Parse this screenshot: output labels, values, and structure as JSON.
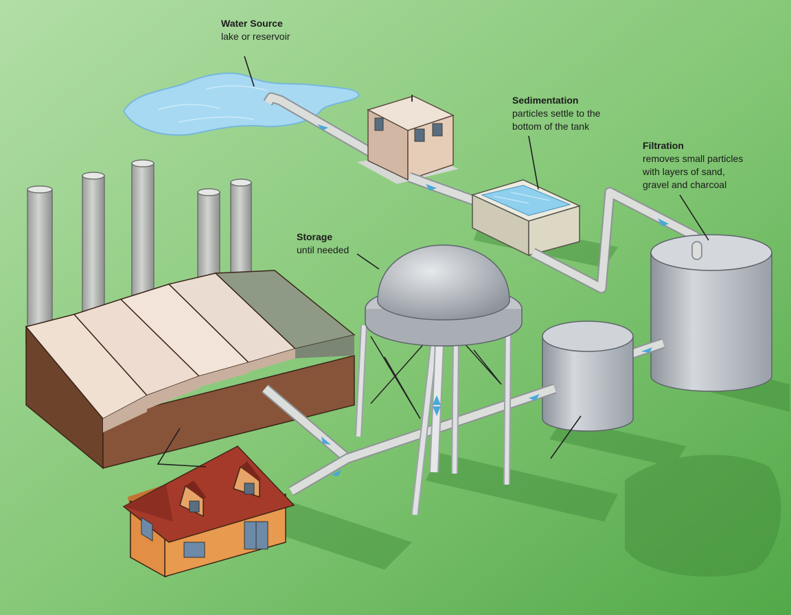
{
  "labels": {
    "water_source": {
      "title": "Water Source",
      "lines": [
        "lake or reservoir"
      ]
    },
    "sedimentation": {
      "title": "Sedimentation",
      "lines": [
        "particles settle to the",
        "bottom of the tank"
      ]
    },
    "filtration": {
      "title": "Filtration",
      "lines": [
        "removes small particles",
        "with layers of sand,",
        "gravel and charcoal"
      ]
    },
    "storage": {
      "title": "Storage",
      "lines": [
        "until needed"
      ]
    }
  },
  "colors": {
    "ground_light": "#a6d89a",
    "ground_dark": "#58ac4e",
    "pipe": "#dcdedc",
    "water": "#8ed0ee",
    "flow_arrow": "#4aa8d8",
    "factory_brown": "#7a4a34",
    "roof_red": "#a63a2a",
    "house_wall": "#e89a4e",
    "tank_grey": "#bcc1c8"
  }
}
